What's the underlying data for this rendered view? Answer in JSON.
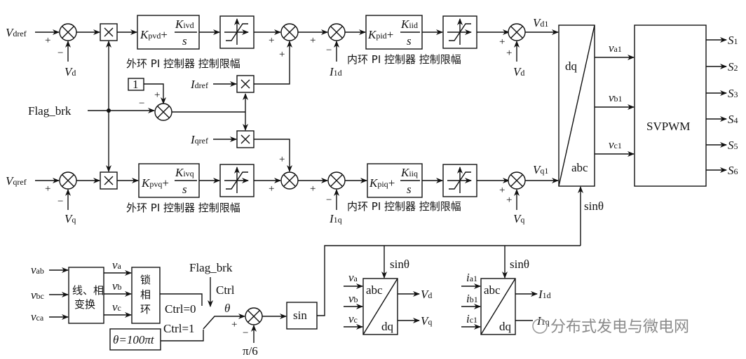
{
  "outer_loop_label": "外环 PI 控制器",
  "limiter_label": "控制限幅",
  "inner_loop_label": "内环 PI 控制器",
  "signals": {
    "V": "V",
    "I": "I",
    "v": "v",
    "i": "i",
    "S": "S",
    "K": "K",
    "dref": "dref",
    "qref": "qref",
    "d": "d",
    "q": "q",
    "1d": "1d",
    "1q": "1q",
    "d1": "d1",
    "q1": "q1",
    "a1": "a1",
    "b1": "b1",
    "c1": "c1",
    "ab": "ab",
    "bc": "bc",
    "ca": "ca",
    "a": "a",
    "b": "b",
    "c": "c",
    "pvd": "pvd",
    "ivd": "ivd",
    "pvq": "pvq",
    "ivq": "ivq",
    "pid": "pid",
    "iid": "iid",
    "piq": "piq",
    "iiq": "iiq",
    "s": "s",
    "s1": "1",
    "s2": "2",
    "s3": "3",
    "s4": "4",
    "s5": "5",
    "s6": "6"
  },
  "flag_brk": "Flag_brk",
  "one": "1",
  "plus": "+",
  "minus": "−",
  "times": "×",
  "dq": "dq",
  "abc": "abc",
  "svpwm": "SVPWM",
  "sin_theta": "sinθ",
  "line_phase_1": "线",
  "line_phase_2": "相",
  "line_phase_3": "变换",
  "pll": [
    "锁",
    "相",
    "环"
  ],
  "ctrl": "Ctrl",
  "ctrl0": "Ctrl=0",
  "ctrl1": "Ctrl=1",
  "theta": "θ",
  "theta_eq": "θ=100πt",
  "pi6": "π/6",
  "sin": "sin",
  "watermark": "分布式发电与微电网"
}
